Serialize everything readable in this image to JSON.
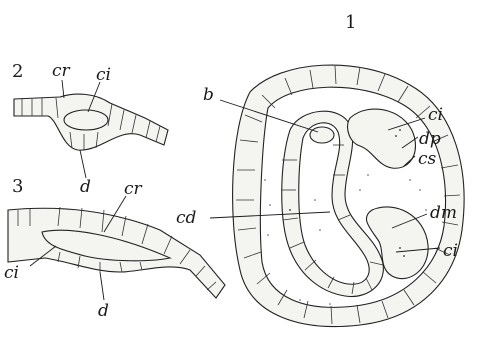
{
  "figures": [
    {
      "number": "1",
      "labels": [
        "b",
        "ci",
        "dp",
        "cs",
        "dm",
        "cd",
        "ci"
      ]
    },
    {
      "number": "2",
      "labels": [
        "cr",
        "ci",
        "d"
      ]
    },
    {
      "number": "3",
      "labels": [
        "cr",
        "ci",
        "d"
      ]
    }
  ]
}
